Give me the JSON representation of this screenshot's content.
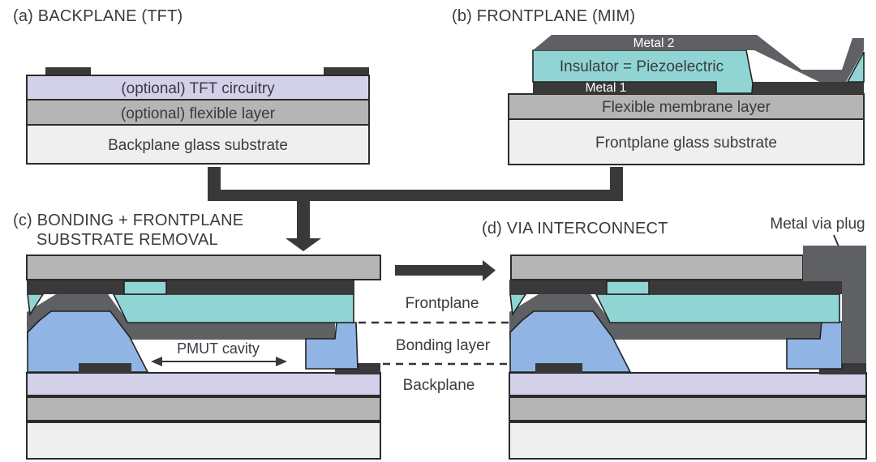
{
  "colors": {
    "dark_metal": "#393939",
    "metal2_gray": "#5f6064",
    "membrane_gray": "#b5b5b5",
    "glass_gray": "#efefef",
    "tft_lavender": "#d3d0ea",
    "piezo_teal": "#90d5d3",
    "bonding_blue": "#90b5e5",
    "text": "#3a3a42",
    "background": "#ffffff"
  },
  "panel_a": {
    "title": "(a) BACKPLANE (TFT)",
    "layers": {
      "tft": "(optional) TFT circuitry",
      "flexible": "(optional) flexible layer",
      "glass": "Backplane glass substrate"
    }
  },
  "panel_b": {
    "title": "(b) FRONTPLANE (MIM)",
    "layers": {
      "metal2": "Metal 2",
      "insulator": "Insulator = Piezoelectric",
      "metal1": "Metal 1",
      "membrane": "Flexible membrane layer",
      "glass": "Frontplane glass substrate"
    }
  },
  "panel_c": {
    "title_line1": "(c) BONDING + FRONTPLANE",
    "title_line2": "SUBSTRATE REMOVAL",
    "cavity_label": "PMUT cavity"
  },
  "panel_d": {
    "title": "(d) VIA INTERCONNECT",
    "via_plug_label": "Metal via plug"
  },
  "section_labels": {
    "frontplane": "Frontplane",
    "bonding": "Bonding layer",
    "backplane": "Backplane"
  }
}
